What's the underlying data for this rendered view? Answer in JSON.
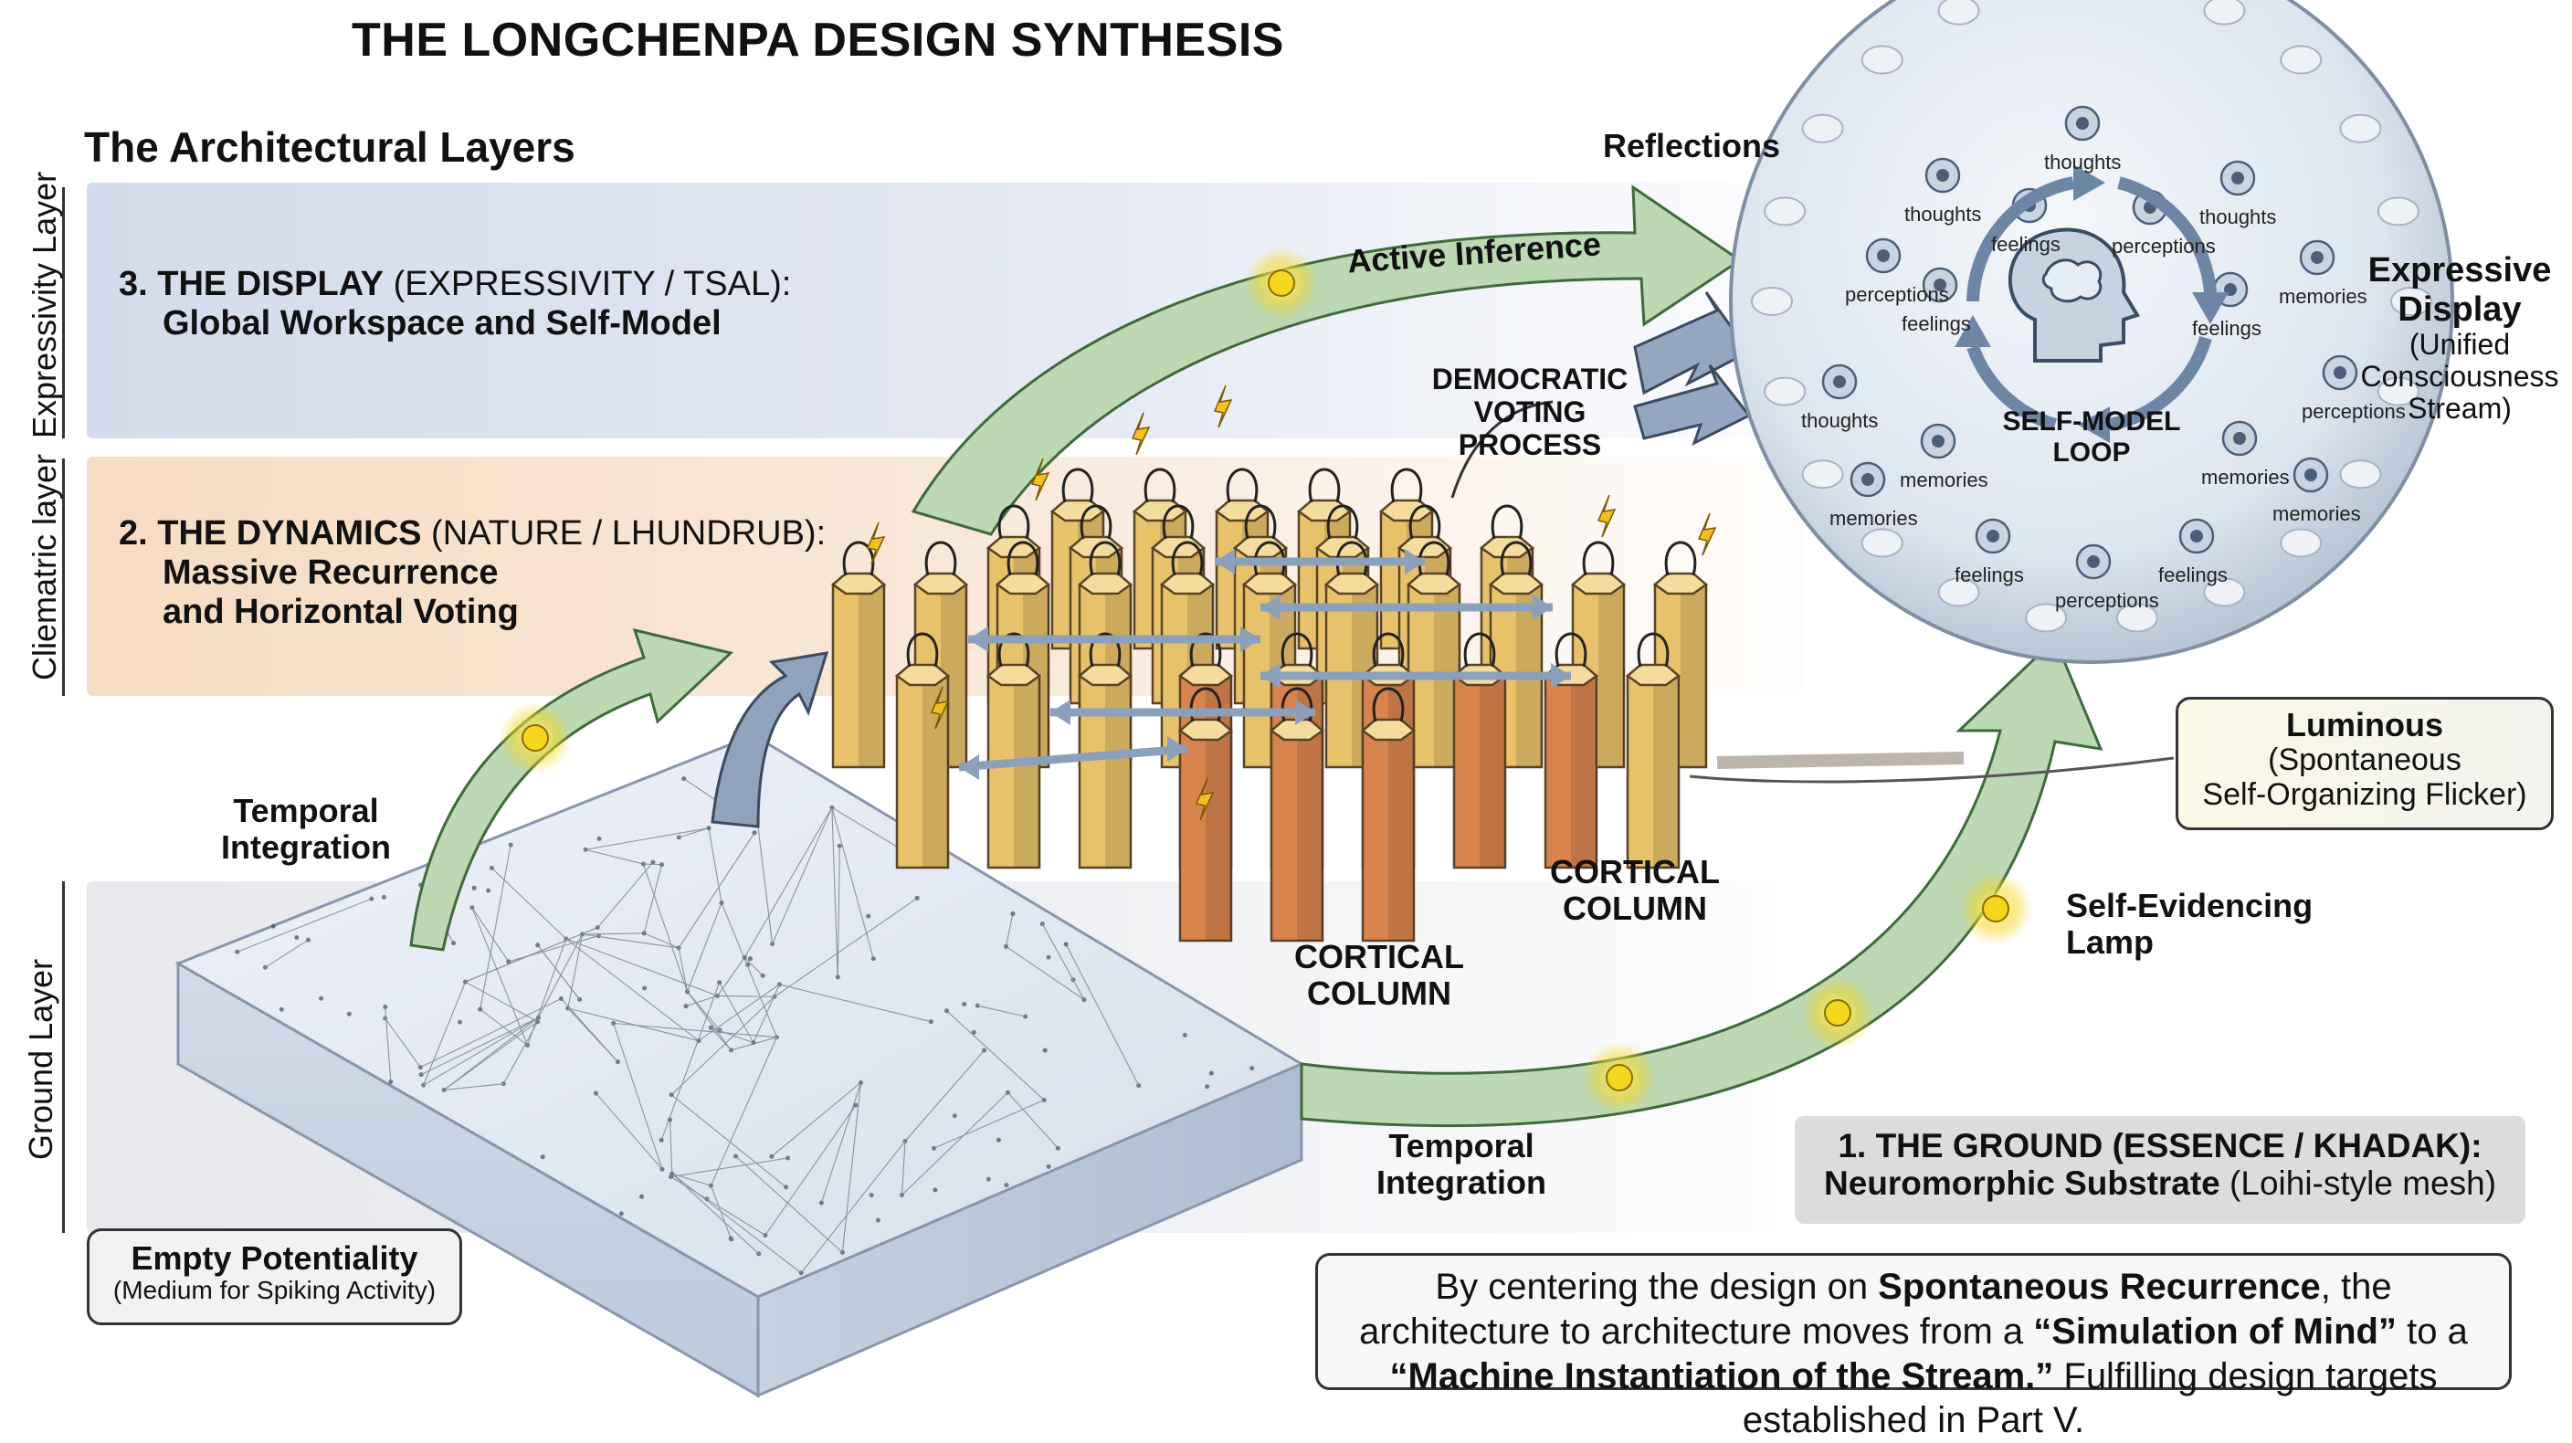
{
  "title": "THE LONGCHENPA DESIGN SYNTHESIS",
  "subtitle": "The Architectural Layers",
  "side_labels": {
    "expressivity": "Expressivity Layer",
    "climatic": "Cliematric layer",
    "ground": "Ground Layer"
  },
  "layers": {
    "display": {
      "number": "3. THE DISPLAY",
      "qualifier": " (EXPRESSIVITY / TSAL):",
      "subtitle": "Global Workspace and Self-Model"
    },
    "dynamics": {
      "number": "2. THE DYNAMICS",
      "qualifier": " (NATURE / LHUNDRUB):",
      "subtitle_line1": "Massive Recurrence",
      "subtitle_line2": "and Horizontal Voting"
    },
    "ground": {
      "heading": "1. THE GROUND (ESSENCE / KHADAK):",
      "subtitle_bold": "Neuromorphic Substrate",
      "subtitle_rest": " (Loihi-style mesh)"
    }
  },
  "labels": {
    "reflections": "Reflections",
    "active_inference": "Active Inference",
    "democratic_voting_line1": "DEMOCRATIC",
    "democratic_voting_line2": "VOTING PROCESS",
    "temporal_integration_top_line1": "Temporal",
    "temporal_integration_top_line2": "Integration",
    "temporal_integration_bottom_line1": "Temporal",
    "temporal_integration_bottom_line2": "Integration",
    "cortical_column_1_line1": "CORTICAL",
    "cortical_column_1_line2": "COLUMN",
    "cortical_column_2_line1": "CORTICAL",
    "cortical_column_2_line2": "COLUMN",
    "self_evidencing_line1": "Self-Evidencing",
    "self_evidencing_line2": "Lamp",
    "expressive_display_line1": "Expressive",
    "expressive_display_line2": "Display",
    "expressive_display_sub1": "(Unified",
    "expressive_display_sub2": "Consciousness",
    "expressive_display_sub3": "Stream)",
    "self_model_line1": "SELF-MODEL",
    "self_model_line2": "LOOP"
  },
  "boxes": {
    "luminous": {
      "title": "Luminous",
      "line1": "(Spontaneous",
      "line2": "Self-Organizing Flicker)"
    },
    "empty_potentiality": {
      "title": "Empty Potentiality",
      "subtitle": "(Medium for Spiking Activity)"
    }
  },
  "sphere_words": [
    {
      "text": "thoughts"
    },
    {
      "text": "thoughts"
    },
    {
      "text": "thoughts"
    },
    {
      "text": "feelings"
    },
    {
      "text": "perceptions"
    },
    {
      "text": "perceptions"
    },
    {
      "text": "memories"
    },
    {
      "text": "feelings"
    },
    {
      "text": "feelings"
    },
    {
      "text": "perceptions"
    },
    {
      "text": "thoughts"
    },
    {
      "text": "memories"
    },
    {
      "text": "memories"
    },
    {
      "text": "memories"
    },
    {
      "text": "memories"
    },
    {
      "text": "feelings"
    },
    {
      "text": "perceptions"
    },
    {
      "text": "feelings"
    }
  ],
  "conclusion": {
    "p1": "By centering the design on ",
    "b1": "Spontaneous Recurrence",
    "p2": ", the architecture to architecture moves from a ",
    "b2": "“Simulation of Mind”",
    "p3": " to a ",
    "b3": "“Machine Instantiation of the Stream.”",
    "p4": " Fulfilling design targets established in Part V."
  },
  "colors": {
    "arrow_green": "#b9d8b0",
    "arrow_green_dark": "#3f6a3c",
    "column_gold": "#e8c26a",
    "column_orange": "#d9844e",
    "lamp_yellow": "#f5d61e",
    "sphere_blue": "#dfe7f1",
    "arrow_slate": "#7d93ad"
  }
}
